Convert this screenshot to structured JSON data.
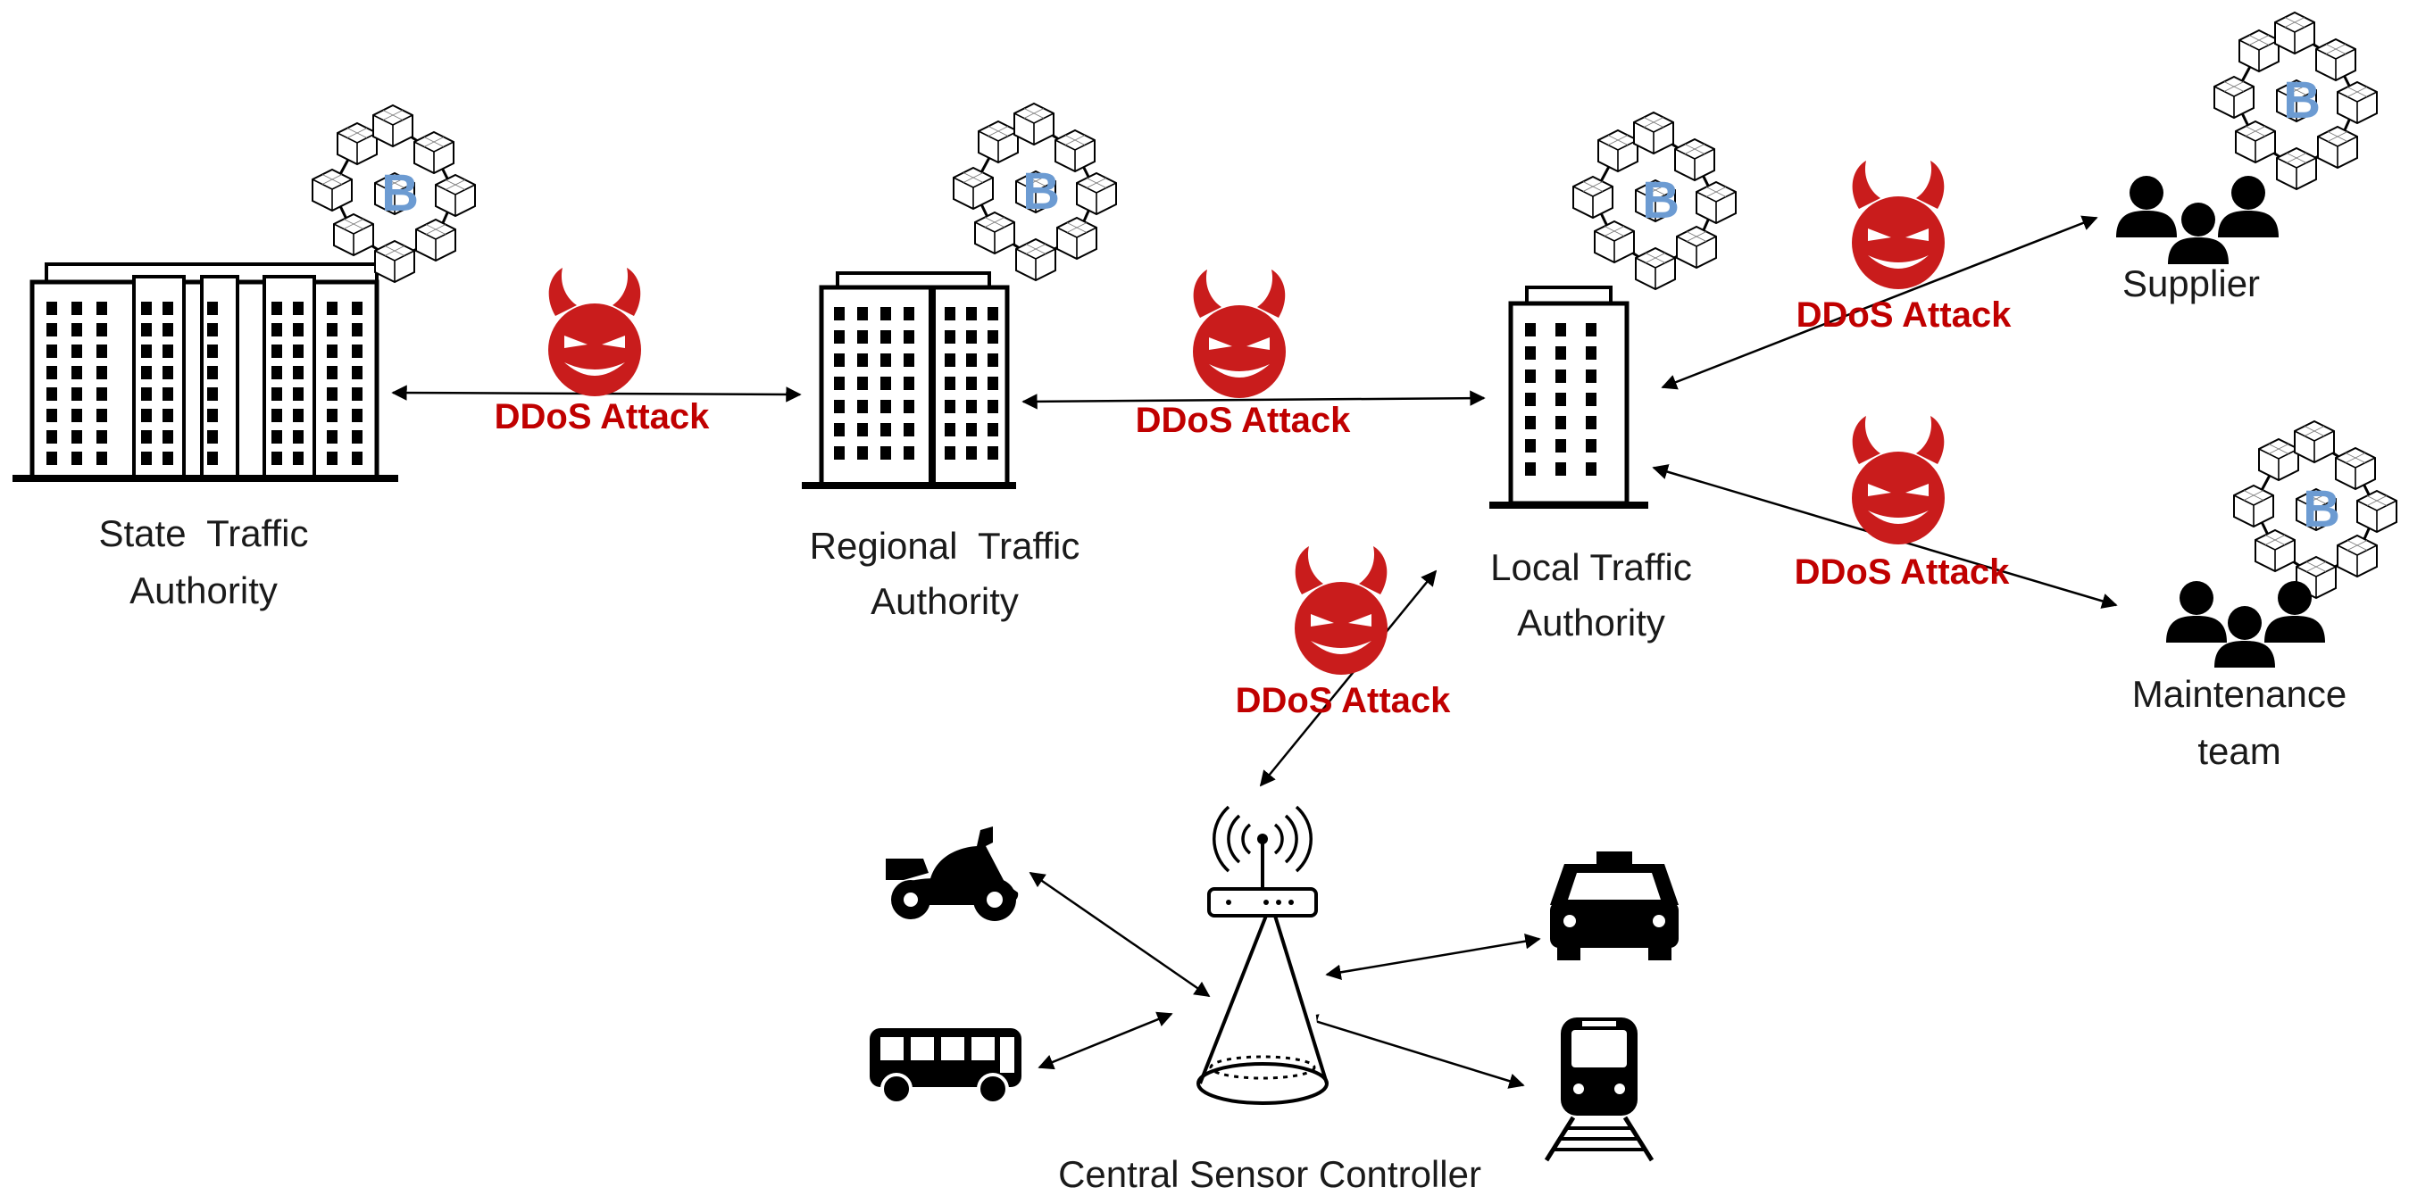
{
  "nodes": {
    "state": {
      "line1": "State  Traffic",
      "line2": "Authority"
    },
    "regional": {
      "line1": "Regional  Traffic",
      "line2": "Authority"
    },
    "local": {
      "line1": "Local Traffic",
      "line2": "Authority"
    },
    "supplier": {
      "line1": "Supplier"
    },
    "maintenance": {
      "line1": "Maintenance",
      "line2": "team"
    },
    "controller": {
      "line1": "Central Sensor Controller"
    }
  },
  "attack_label": "DDoS Attack",
  "blockchain_letter": "B",
  "colors": {
    "attack": "#c00000",
    "devil": "#c91c1c",
    "ink": "#000000",
    "blockchain": "#6c9bd2"
  },
  "icons": {
    "building": "building-icon",
    "devil": "devil-icon",
    "blockchain": "blockchain-cubes-icon",
    "group": "people-group-icon",
    "antenna": "wireless-antenna-icon",
    "vehicles": [
      "scooter-icon",
      "bus-icon",
      "taxi-icon",
      "train-icon"
    ]
  }
}
